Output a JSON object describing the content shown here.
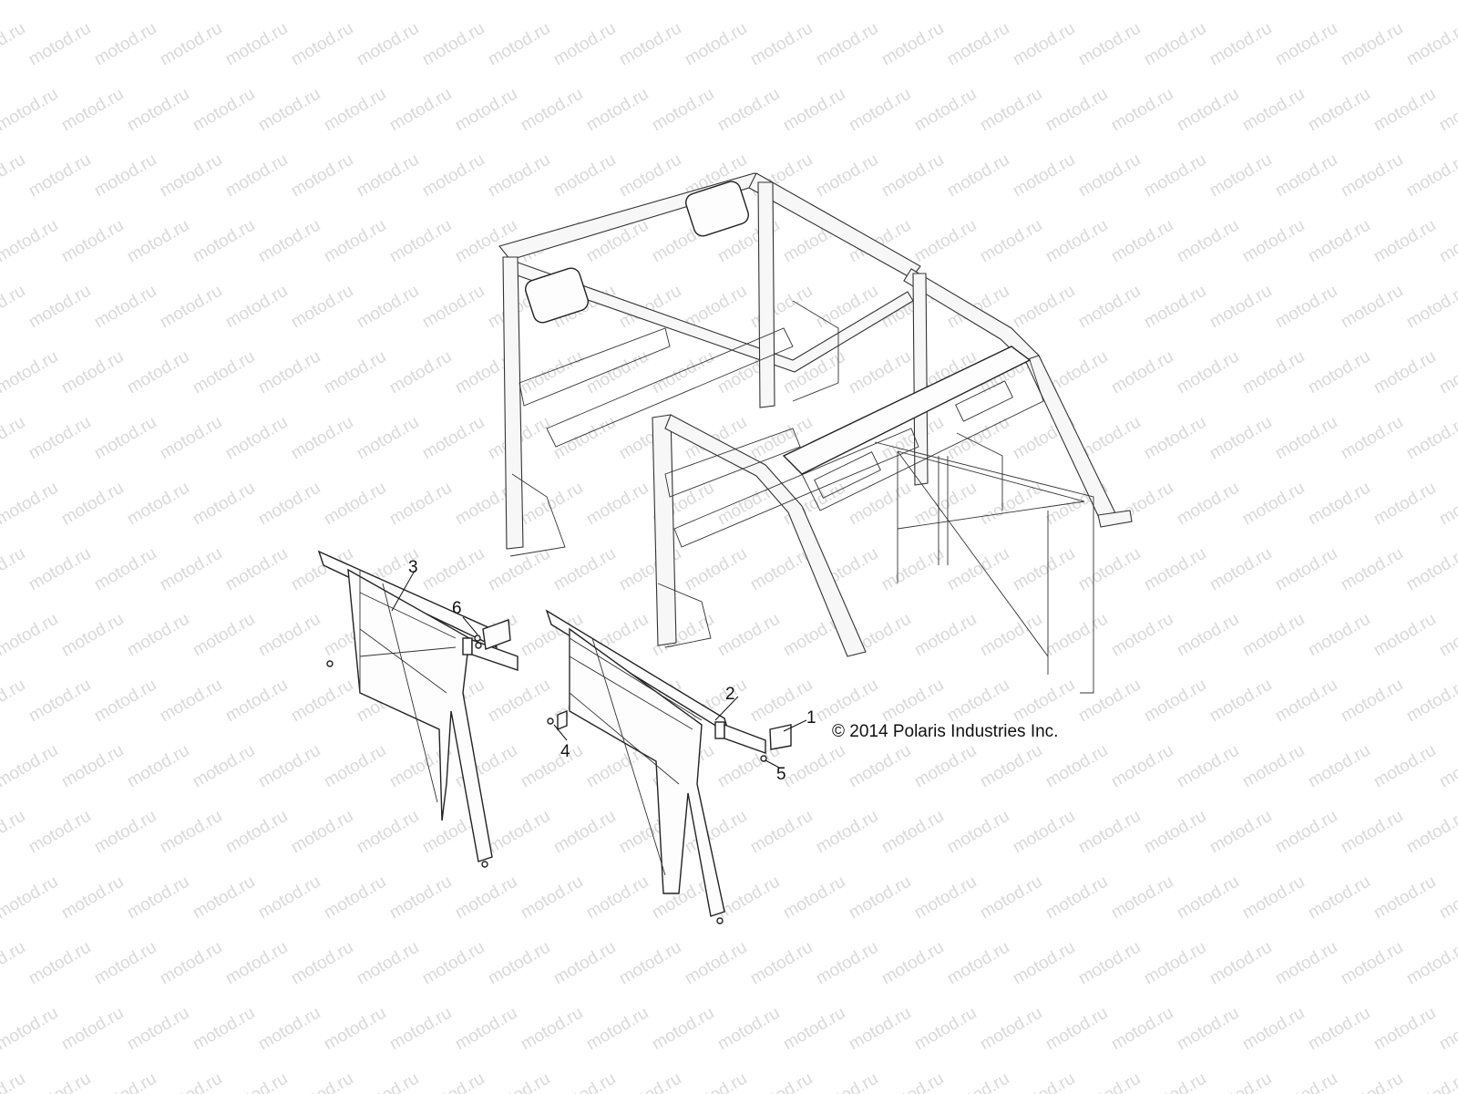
{
  "watermark": {
    "text": "motod.ru"
  },
  "copyright": "© 2014 Polaris Industries Inc.",
  "callouts": [
    {
      "id": "1",
      "label": "1"
    },
    {
      "id": "2",
      "label": "2"
    },
    {
      "id": "3",
      "label": "3"
    },
    {
      "id": "4",
      "label": "4"
    },
    {
      "id": "5",
      "label": "5"
    },
    {
      "id": "6",
      "label": "6"
    }
  ],
  "colors": {
    "background": "#ffffff",
    "lines": "#222222",
    "watermark": "#d9d9d9"
  }
}
